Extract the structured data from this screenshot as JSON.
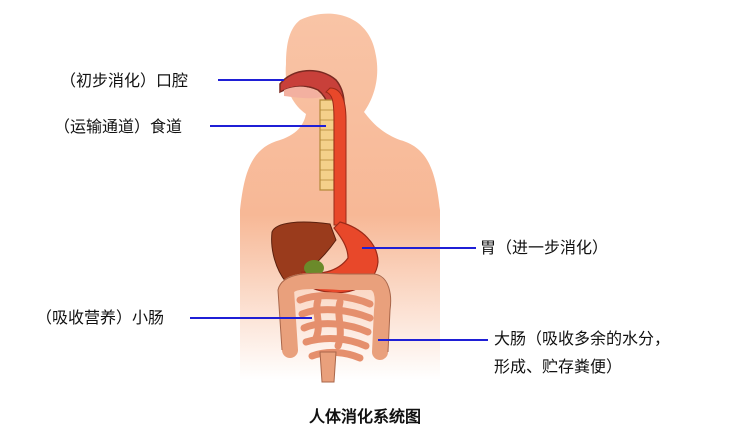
{
  "labels": {
    "mouth": "（初步消化）口腔",
    "esophagus": "（运输通道）食道",
    "stomach": "胃（进一步消化）",
    "small_intestine": "（吸收营养）小肠",
    "large_intestine_line1": "大肠（吸收多余的水分，",
    "large_intestine_line2": "形成、贮存粪便）"
  },
  "caption": "人体消化系统图",
  "colors": {
    "skin": "#f6b08c",
    "skin_light": "#fbd5bf",
    "stomach": "#e8482a",
    "liver": "#9a3b1c",
    "intestine": "#e9a07c",
    "esophagus": "#f4d08a",
    "leader_line": "#1f1fd6"
  }
}
